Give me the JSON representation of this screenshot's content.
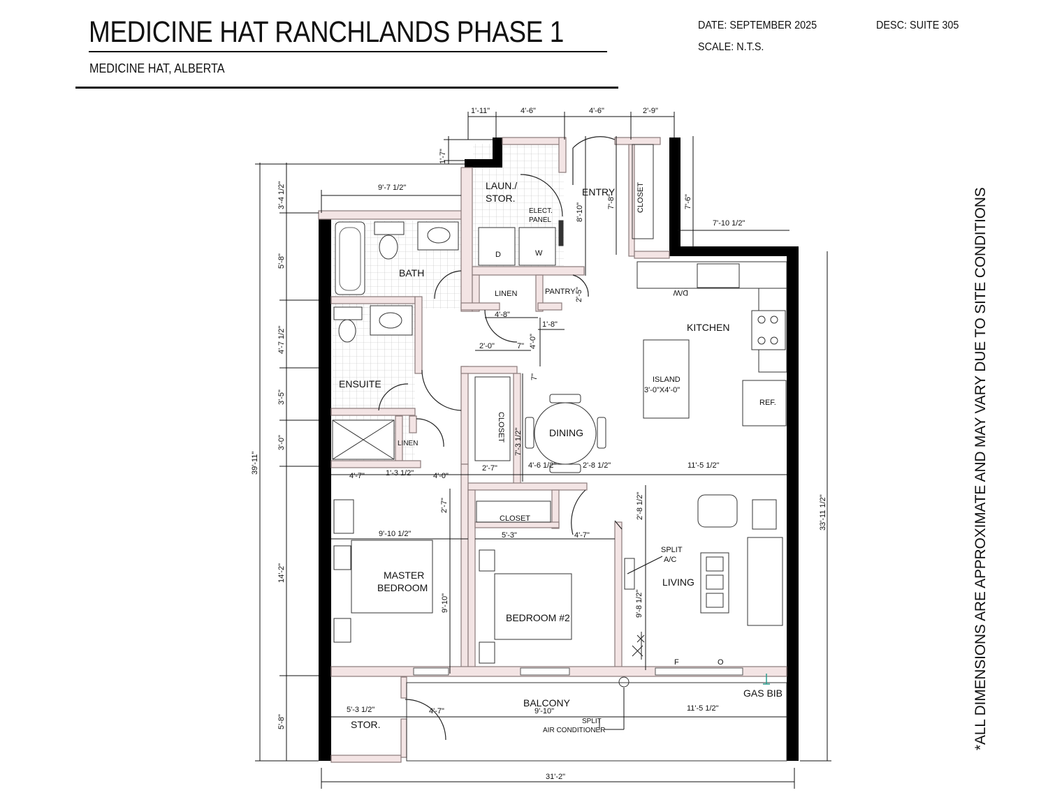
{
  "header": {
    "title": "MEDICINE HAT RANCHLANDS PHASE 1",
    "location": "MEDICINE HAT, ALBERTA",
    "date": "DATE: SEPTEMBER 2025",
    "scale": "SCALE: N.T.S.",
    "description": "DESC: SUITE 305"
  },
  "disclaimer": "*ALL DIMENSIONS ARE APPROXIMATE AND MAY VARY DUE TO SITE CONDITIONS",
  "rooms": {
    "laundry": "LAUN./",
    "laundry_2": "STOR.",
    "elect_panel": "ELECT.",
    "elect_panel_2": "PANEL",
    "entry": "ENTRY",
    "closet_entry": "CLOSET",
    "bath": "BATH",
    "linen_top": "LINEN",
    "pantry": "PANTRY",
    "kitchen": "KITCHEN",
    "island": "ISLAND",
    "island_size": "3'-0\"X4'-0\"",
    "ensuite": "ENSUITE",
    "linen_ensuite": "LINEN",
    "closet_hall": "CLOSET",
    "dining": "DINING",
    "ref": "REF.",
    "dw": "D/W",
    "dryer": "D",
    "washer": "W",
    "closet_bed2": "CLOSET",
    "master": "MASTER",
    "master_2": "BEDROOM",
    "bedroom2": "BEDROOM  #2",
    "living": "LIVING",
    "split_ac": "SPLIT",
    "split_ac_2": "A/C",
    "f_label": "F",
    "o_label": "O",
    "balcony": "BALCONY",
    "gas_bib": "GAS BIB",
    "stor": "STOR.",
    "split_air": "SPLIT",
    "split_air_2": "AIR CONDITIONER"
  },
  "dimensions": {
    "d_1_11": "1'-11\"",
    "d_4_6a": "4'-6\"",
    "d_4_6b": "4'-6\"",
    "d_2_9": "2'-9\"",
    "d_1_7": "1'-7\"",
    "d_9_7_12": "9'-7 1/2\"",
    "d_3_4_12": "3'-4 1/2\"",
    "d_8_10": "8'-10\"",
    "d_7_8": "7'-8\"",
    "d_7_6": "7'-6\"",
    "d_7_10_12": "7'-10 1/2\"",
    "d_5_8_top": "5'-8\"",
    "d_2_5": "2'-5\"",
    "d_4_8": "4'-8\"",
    "d_1_8": "1'-8\"",
    "d_4_7_12": "4'-7 1/2\"",
    "d_2_0": "2'-0\"",
    "d_7in": "7\"",
    "d_4_0_v": "4'-0\"",
    "d_7in_v": "7\"",
    "d_3_5": "3'-5\"",
    "d_7_3_12": "7'-3 1/2\"",
    "d_3_0": "3'-0\"",
    "d_39_11": "39'-11\"",
    "d_4_7a": "4'-7\"",
    "d_1_3_12": "1'-3 1/2\"",
    "d_4_0_h": "4'-0\"",
    "d_2_7a": "2'-7\"",
    "d_4_6_12": "4'-6 1/2\"",
    "d_2_8_12a": "2'-8 1/2\"",
    "d_11_5_12a": "11'-5 1/2\"",
    "d_2_7_v": "2'-7\"",
    "d_2_8_12_v": "2'-8 1/2\"",
    "d_9_10_12": "9'-10 1/2\"",
    "d_5_3": "5'-3\"",
    "d_4_7b": "4'-7\"",
    "d_14_2": "14'-2\"",
    "d_9_10_v": "9'-10\"",
    "d_9_8_12": "9'-8 1/2\"",
    "d_33_11_12": "33'-11 1/2\"",
    "d_5_3_12": "5'-3 1/2\"",
    "d_4_7c": "4'-7\"",
    "d_9_10_bal": "9'-10\"",
    "d_11_5_12b": "11'-5 1/2\"",
    "d_5_8_bot": "5'-8\"",
    "d_31_2": "31'-2\""
  }
}
